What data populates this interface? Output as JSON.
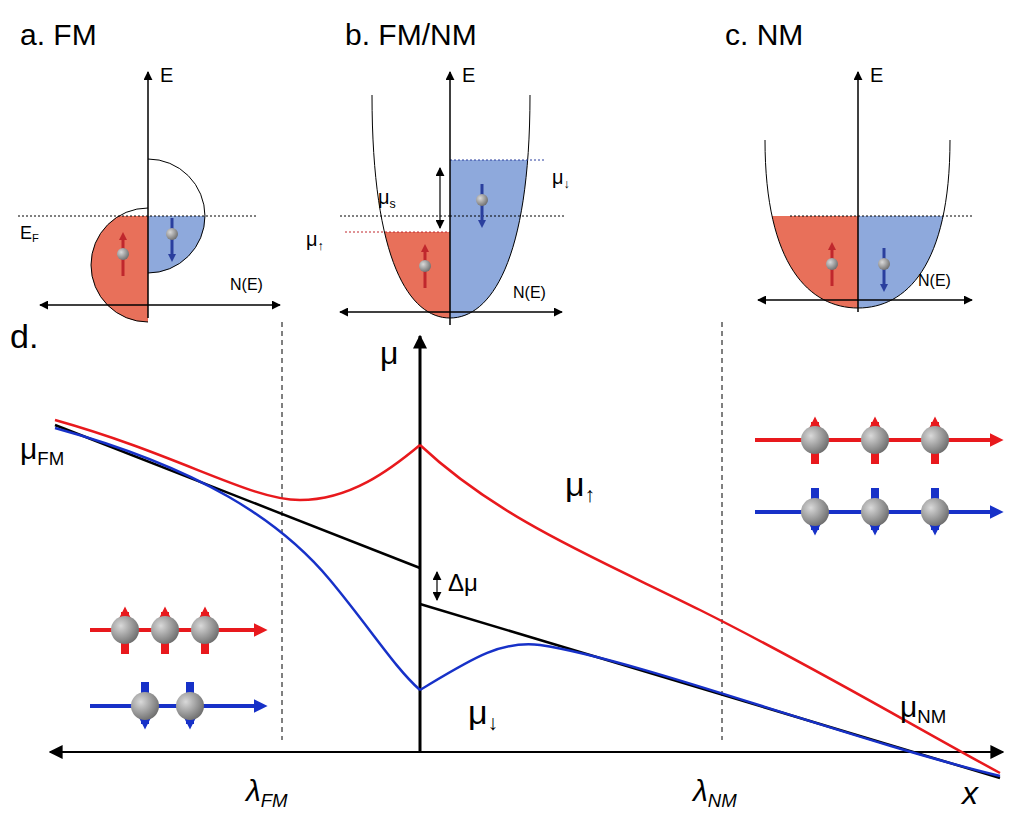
{
  "diagram": {
    "labels": [
      "a. FM",
      "b. FM/NM",
      "c. NM",
      "E",
      "EF",
      "N(E)",
      "E",
      "μs",
      "μ↓",
      "μ↑",
      "N(E)",
      "E",
      "N(E)",
      "d.",
      "μ",
      "μFM",
      "Δμ",
      "μ↑",
      "μ↓",
      "μNM",
      "λFM",
      "λNM",
      "x"
    ]
  }
}
